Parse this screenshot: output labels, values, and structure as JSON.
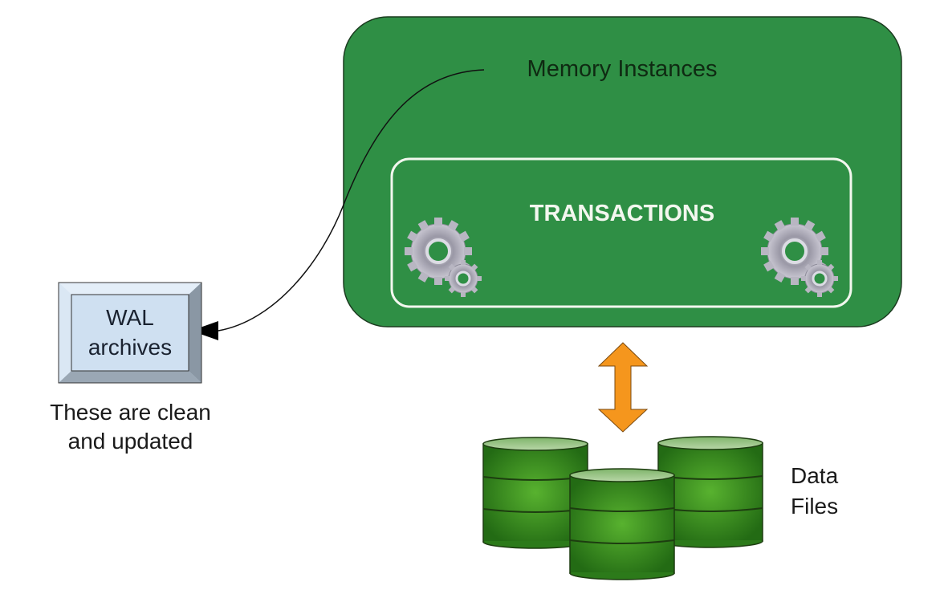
{
  "memory": {
    "title": "Memory Instances",
    "transactions_label": "TRANSACTIONS",
    "fill_color": "#2f8f45"
  },
  "wal": {
    "line1": "WAL",
    "line2": "archives",
    "caption_line1": "These are clean",
    "caption_line2": "and updated",
    "fill_color": "#cfe0f1"
  },
  "data_files": {
    "line1": "Data",
    "line2": "Files",
    "fill_color": "#3f9a2a"
  },
  "arrow": {
    "color": "#f5961d"
  },
  "icons": [
    "gears-icon",
    "gears-icon",
    "database-icon",
    "database-icon",
    "database-icon",
    "double-arrow-icon"
  ]
}
